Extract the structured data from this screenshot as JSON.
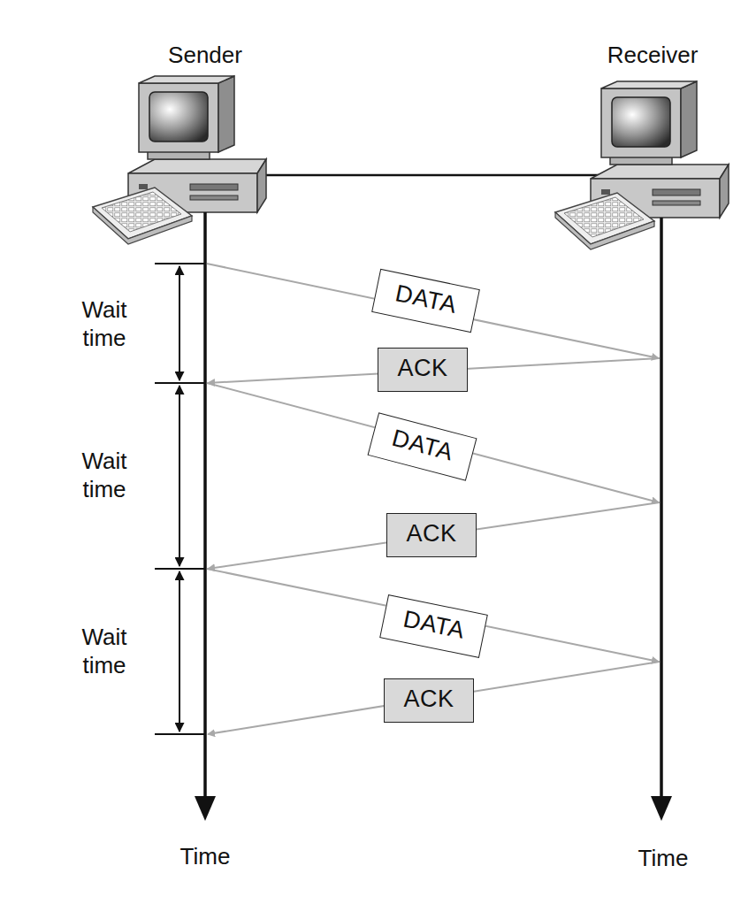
{
  "diagram": {
    "nodes": [
      {
        "text": [
          "DATA"
        ]
      },
      {
        "text": [
          "ACK"
        ]
      },
      {
        "text": [
          "DATA"
        ]
      },
      {
        "text": [
          "ACK"
        ]
      },
      {
        "text": [
          "DATA"
        ]
      },
      {
        "text": [
          "ACK"
        ]
      }
    ],
    "labels": [
      "Sender",
      "Receiver",
      "Wait time",
      "Wait time",
      "Wait time",
      "Time",
      "Time"
    ]
  }
}
